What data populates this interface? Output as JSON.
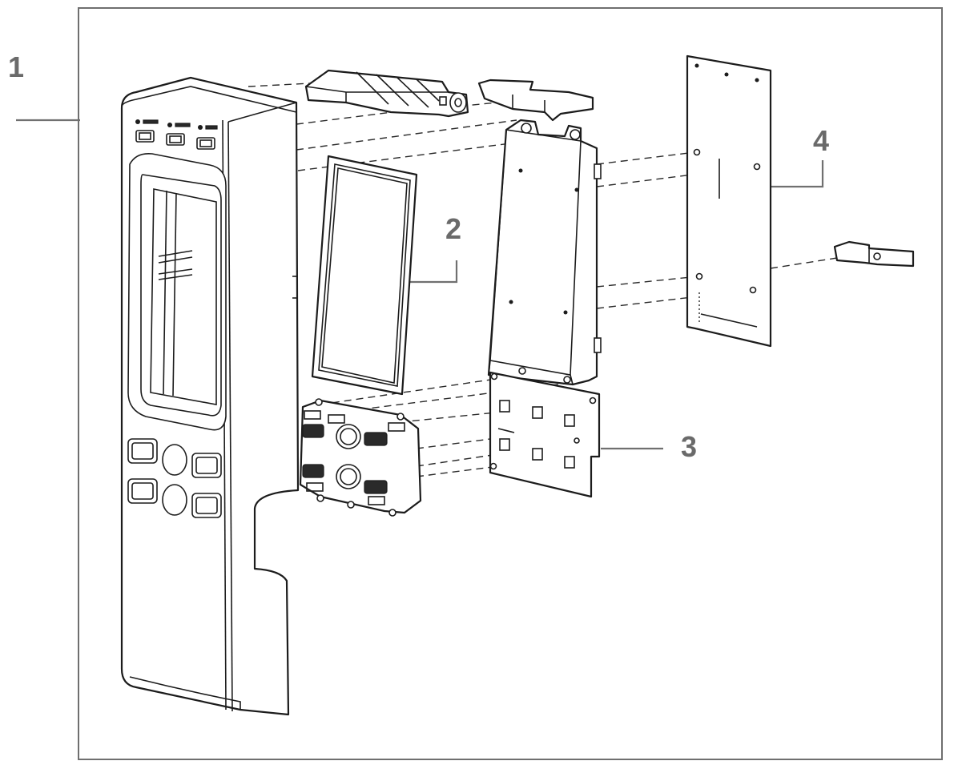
{
  "callouts": {
    "c1": "1",
    "c2": "2",
    "c3": "3",
    "c4": "4"
  },
  "colors": {
    "frame": "#6f6f6f",
    "line": "#1c1c1c",
    "callout_text": "#6a6a6a"
  }
}
